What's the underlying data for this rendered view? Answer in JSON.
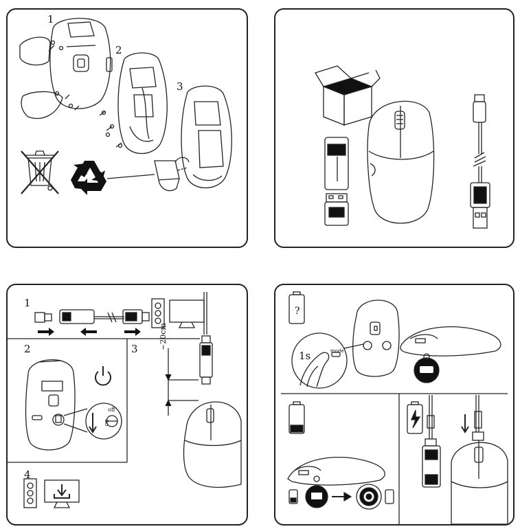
{
  "panel_a": {
    "step_1": "1",
    "step_2": "2",
    "step_3": "3"
  },
  "panel_c": {
    "step_1": "1",
    "step_2": "2",
    "step_3": "3",
    "step_4": "4",
    "distance": "~20cm",
    "switch_off": "off",
    "switch_on": "on"
  },
  "panel_d": {
    "question": "?",
    "hold_time": "1s",
    "mode_label": "mode"
  }
}
